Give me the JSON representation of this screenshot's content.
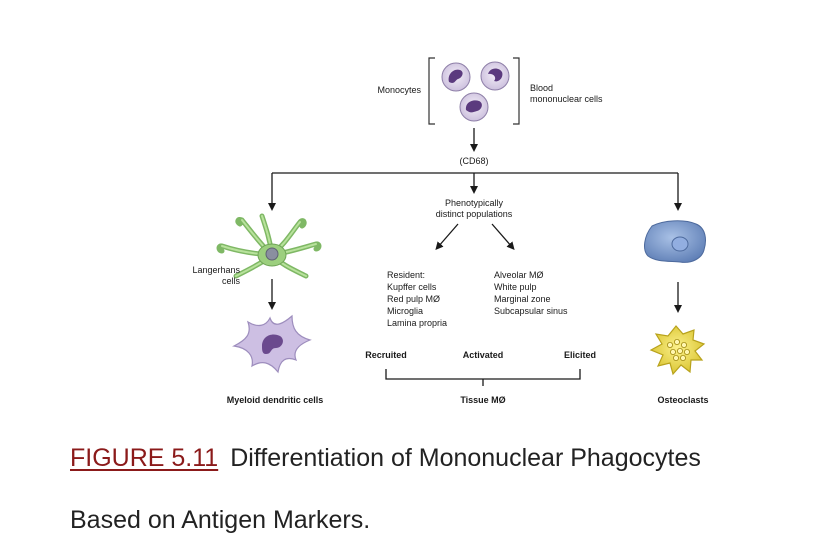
{
  "diagram": {
    "monocytes_label": "Monocytes",
    "blood_label": [
      "Blood",
      "mononuclear cells"
    ],
    "marker": "(CD68)",
    "phenotypic": [
      "Phenotypically",
      "distinct populations"
    ],
    "langerhans": [
      "Langerhans",
      "cells"
    ],
    "resident_list": [
      "Resident:",
      "Kupffer cells",
      "Red pulp MØ",
      "Microglia",
      "Lamina propria"
    ],
    "alveolar_list": [
      "Alveolar MØ",
      "White pulp",
      "Marginal zone",
      "Subcapsular sinus"
    ],
    "recruited": "Recruited",
    "activated": "Activated",
    "elicited": "Elicited",
    "myeloid": "Myeloid dendritic cells",
    "tissue": "Tissue MØ",
    "osteoclasts": "Osteoclasts"
  },
  "caption": {
    "figure_number": "FIGURE 5.11",
    "title_line1": "Differentiation of Mononuclear Phagocytes",
    "title_line2": "Based on Antigen Markers."
  },
  "colors": {
    "caption_number": "#8b1a1a",
    "monocyte_fill": "#e4dcef",
    "nucleus_fill": "#5b3a7e",
    "langerhans_fill": "#9ccf7e",
    "macrophage_fill": "#7b9ccf",
    "osteoclast_fill": "#ecd94a",
    "dendritic_fill": "#cdbfe3"
  }
}
